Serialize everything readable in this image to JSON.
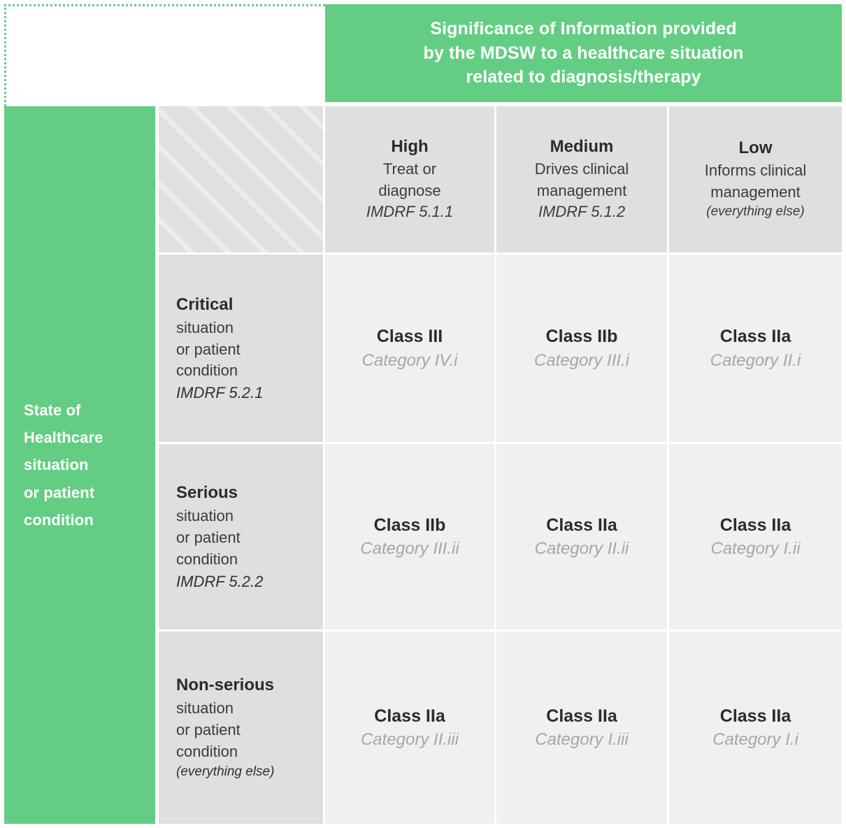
{
  "banners": {
    "top": "Significance of Information provided by the MDSW to a healthcare situation related to diagnosis/therapy",
    "top_line1": "Significance of Information provided",
    "top_line2": "by the MDSW to a healthcare situation",
    "top_line3": "related to diagnosis/therapy",
    "left_line1": "State of",
    "left_line2": "Healthcare",
    "left_line3": "situation",
    "left_line4": "or patient",
    "left_line5": "condition"
  },
  "colors": {
    "accent_green": "#63CE83",
    "header_gray": "#DFDFDF",
    "cell_gray": "#F0F0F0",
    "hatch_gray": "#E0E0E0",
    "text_dark": "#2B2B2B",
    "text_muted": "#A6A6A6",
    "banner_text": "#FFFFFF"
  },
  "columns": [
    {
      "level": "High",
      "desc_line1": "Treat or",
      "desc_line2": "diagnose",
      "ref": "IMDRF 5.1.1",
      "ref_italic_small": false
    },
    {
      "level": "Medium",
      "desc_line1": "Drives clinical",
      "desc_line2": "management",
      "ref": "IMDRF 5.1.2",
      "ref_italic_small": false
    },
    {
      "level": "Low",
      "desc_line1": "Informs clinical",
      "desc_line2": "management",
      "ref": "(everything else)",
      "ref_italic_small": true
    }
  ],
  "rows": [
    {
      "severity": "Critical",
      "desc_line1": "situation",
      "desc_line2": "or patient",
      "desc_line3": "condition",
      "ref": "IMDRF 5.2.1",
      "ref_italic_small": false
    },
    {
      "severity": "Serious",
      "desc_line1": "situation",
      "desc_line2": "or patient",
      "desc_line3": "condition",
      "ref": "IMDRF 5.2.2",
      "ref_italic_small": false
    },
    {
      "severity": "Non-serious",
      "desc_line1": "situation",
      "desc_line2": "or patient",
      "desc_line3": "condition",
      "ref": "(everything else)",
      "ref_italic_small": true
    }
  ],
  "cells": [
    [
      {
        "class": "Class III",
        "category": "Category IV.i"
      },
      {
        "class": "Class IIb",
        "category": "Category III.i"
      },
      {
        "class": "Class IIa",
        "category": "Category II.i"
      }
    ],
    [
      {
        "class": "Class IIb",
        "category": "Category III.ii"
      },
      {
        "class": "Class IIa",
        "category": "Category II.ii"
      },
      {
        "class": "Class IIa",
        "category": "Category I.ii"
      }
    ],
    [
      {
        "class": "Class IIa",
        "category": "Category II.iii"
      },
      {
        "class": "Class IIa",
        "category": "Category I.iii"
      },
      {
        "class": "Class IIa",
        "category": "Category I.i"
      }
    ]
  ]
}
